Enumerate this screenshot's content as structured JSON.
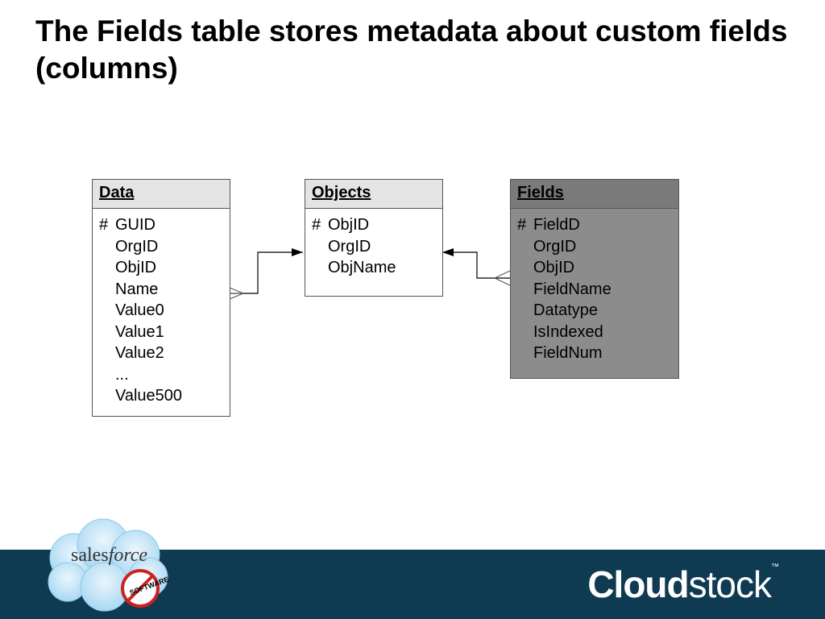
{
  "slide": {
    "title": "The Fields table stores metadata about custom fields (columns)"
  },
  "entities": {
    "data": {
      "name": "Data",
      "fields": [
        "# GUID",
        "OrgID",
        "ObjID",
        "Name",
        "Value0",
        "Value1",
        "Value2",
        "...",
        "Value500"
      ]
    },
    "objects": {
      "name": "Objects",
      "fields": [
        "# ObjID",
        "OrgID",
        "ObjName"
      ]
    },
    "fields": {
      "name": "Fields",
      "fields": [
        "# FieldD",
        "OrgID",
        "ObjID",
        "FieldName",
        "Datatype",
        "IsIndexed",
        "FieldNum"
      ]
    }
  },
  "footer": {
    "brand_bold": "Cloud",
    "brand_light": "stock",
    "brand_tm": "™",
    "logo_text_a": "sales",
    "logo_text_b": "force",
    "logo_badge": "SOFTWARE",
    "color_bg": "#0e3a52"
  }
}
